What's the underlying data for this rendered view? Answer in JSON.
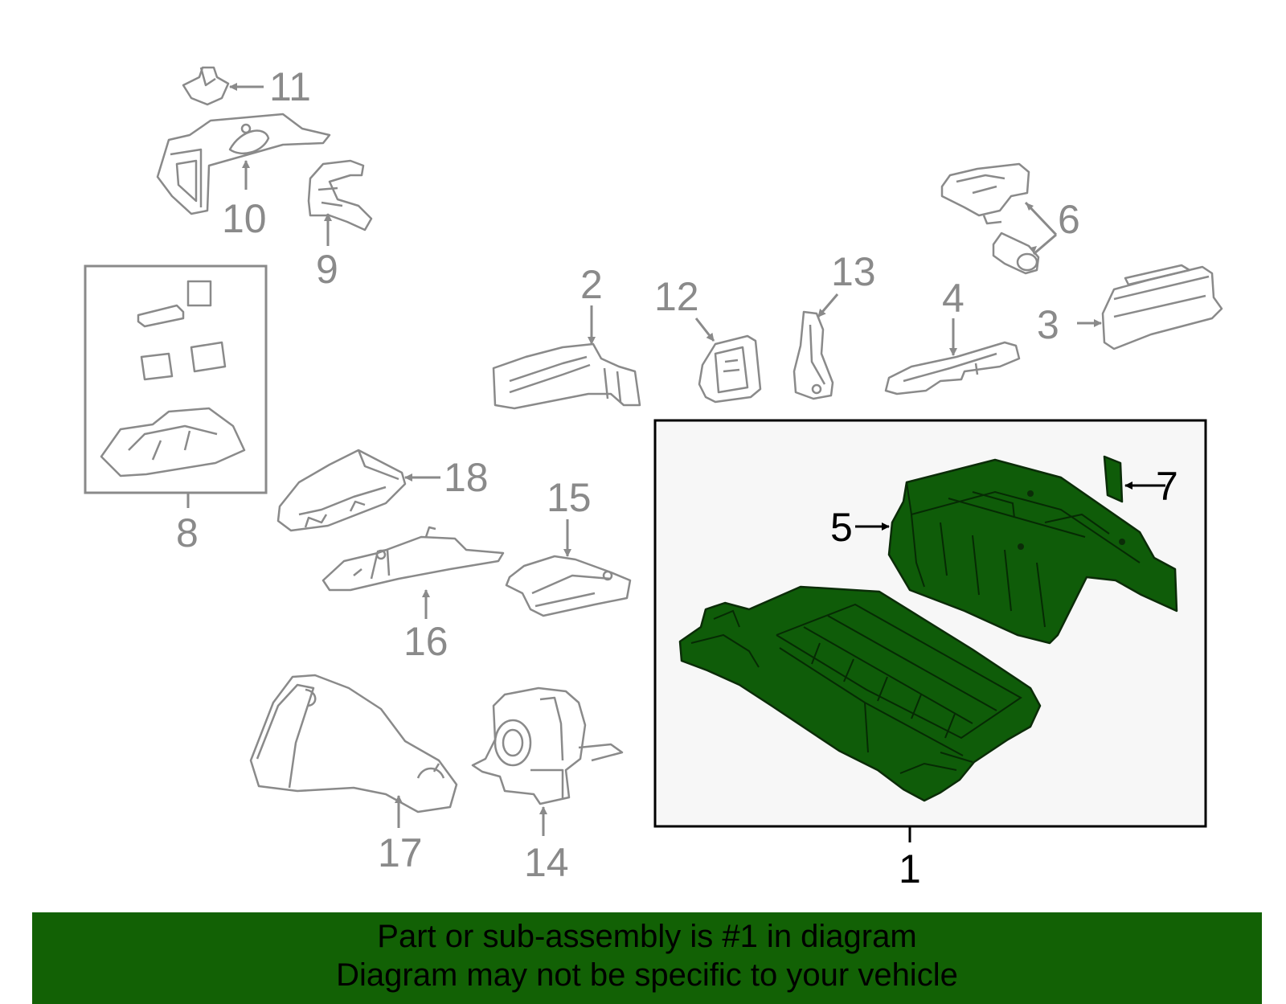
{
  "colors": {
    "highlight": "#0f5c09",
    "banner": "#126105",
    "part_outline": "#8a8a8a",
    "box_panel": "#f7f7f7"
  },
  "callouts": [
    "1",
    "2",
    "3",
    "4",
    "5",
    "6",
    "7",
    "8",
    "9",
    "10",
    "11",
    "12",
    "13",
    "14",
    "15",
    "16",
    "17",
    "18"
  ],
  "banner": {
    "line1": "Part or sub-assembly is #1 in diagram",
    "line2": "Diagram may not be specific to your vehicle"
  }
}
